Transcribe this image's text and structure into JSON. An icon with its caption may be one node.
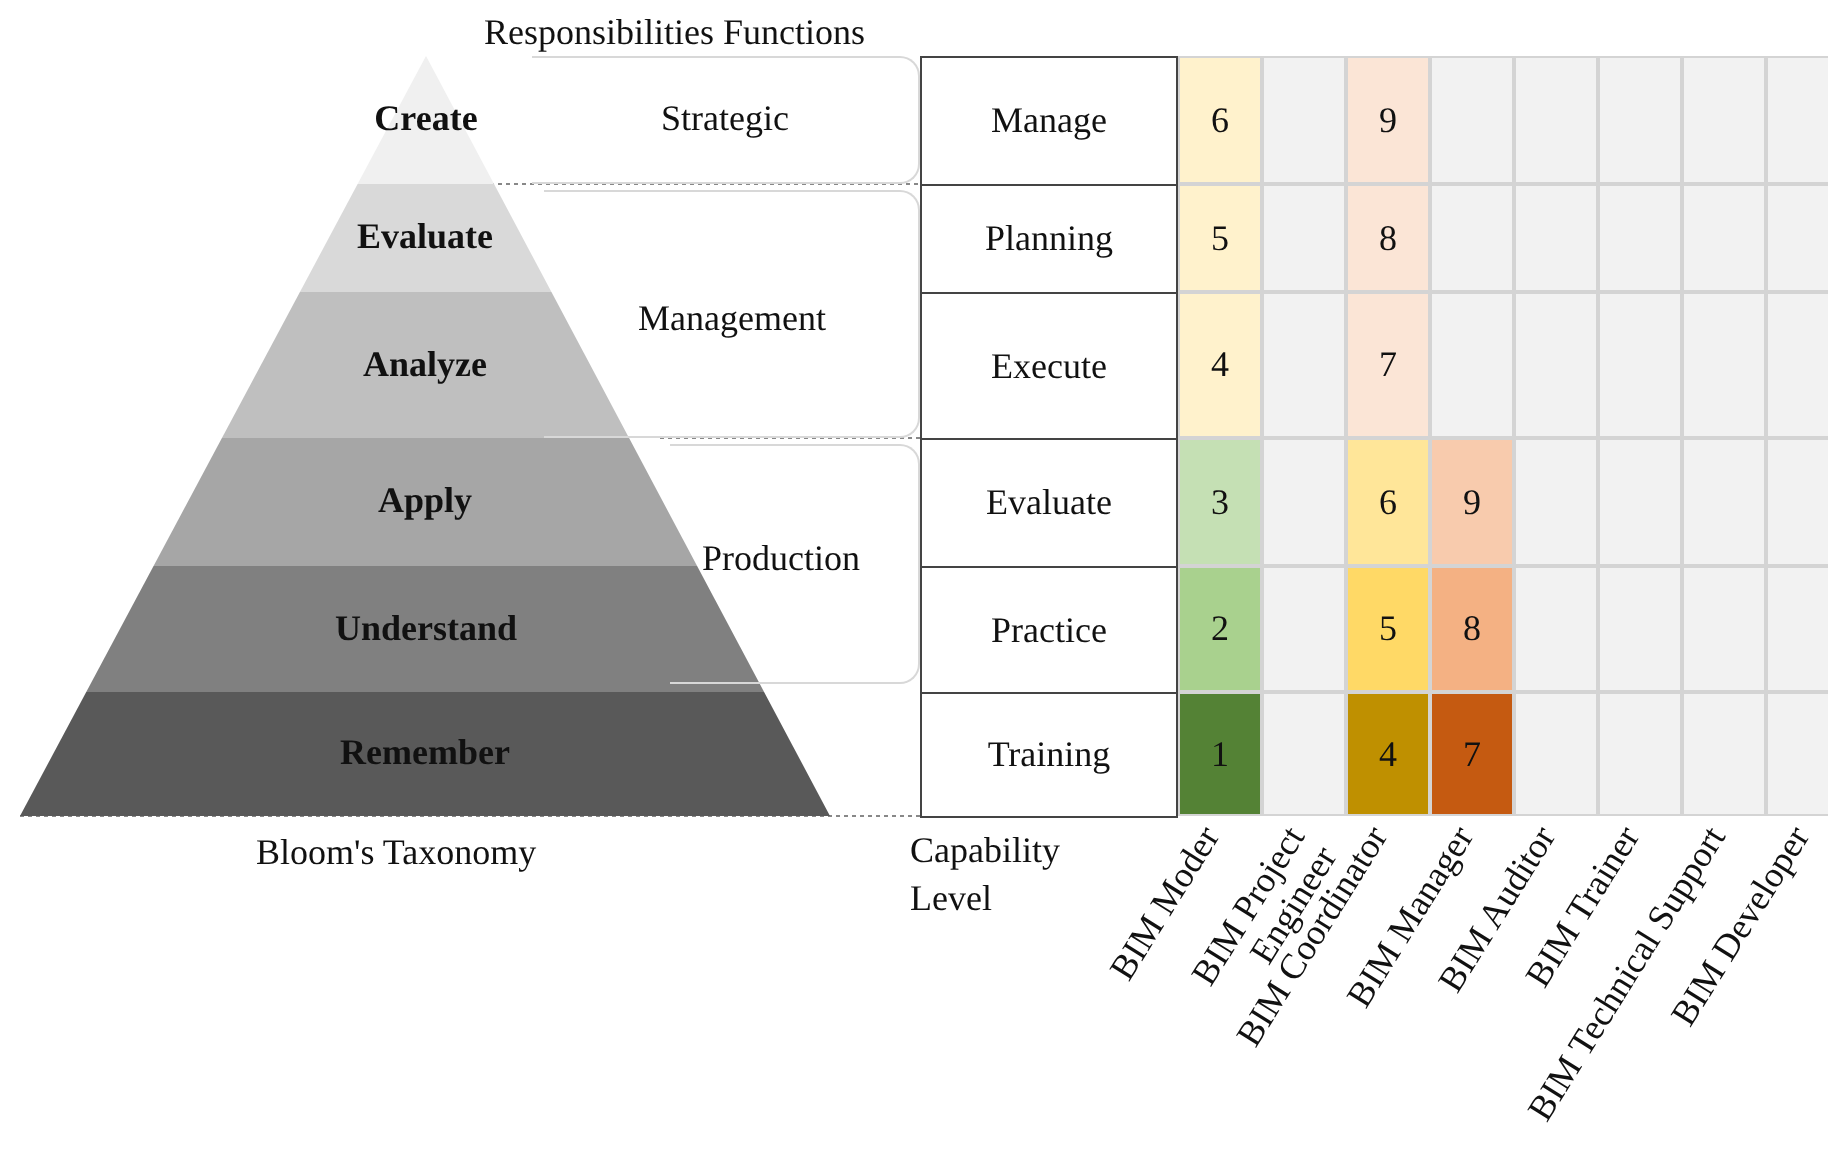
{
  "diagram": {
    "nodes": [
      {
        "text": [
          "Create"
        ]
      },
      {
        "text": [
          "Evaluate"
        ]
      },
      {
        "text": [
          "Analyze"
        ]
      },
      {
        "text": [
          "Apply"
        ]
      },
      {
        "text": [
          "Understand"
        ]
      },
      {
        "text": [
          "Remember"
        ]
      },
      {
        "text": [
          "Strategic"
        ]
      },
      {
        "text": [
          "Management"
        ]
      },
      {
        "text": [
          "Production"
        ]
      },
      {
        "text": [
          "Manage"
        ]
      },
      {
        "text": [
          "Planning"
        ]
      },
      {
        "text": [
          "Execute"
        ]
      },
      {
        "text": [
          "Evaluate"
        ]
      },
      {
        "text": [
          "Practice"
        ]
      },
      {
        "text": [
          "Training"
        ]
      }
    ],
    "edges": [],
    "labels": [
      "Responsibilities Functions",
      "6",
      "9",
      "5",
      "8",
      "4",
      "7",
      "3",
      "6",
      "9",
      "2",
      "5",
      "8",
      "1",
      "4",
      "7",
      "Bloom's Taxonomy",
      "Capability Level",
      "BIM Moder",
      "BIM Project Engineer",
      "BIM Coordinator",
      "BIM Manager",
      "BIM Auditor",
      "BIM Trainer",
      "BIM Technical Support",
      "BIM Developer"
    ]
  }
}
